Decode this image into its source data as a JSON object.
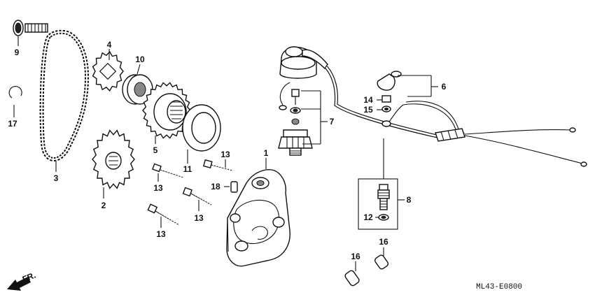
{
  "diagram": {
    "code": "ML43-E0800",
    "direction_label": "FR.",
    "callouts": [
      "1",
      "2",
      "3",
      "4",
      "5",
      "6",
      "7",
      "8",
      "9",
      "10",
      "11",
      "12",
      "13",
      "13",
      "13",
      "13",
      "14",
      "15",
      "16",
      "16",
      "17",
      "18"
    ]
  }
}
